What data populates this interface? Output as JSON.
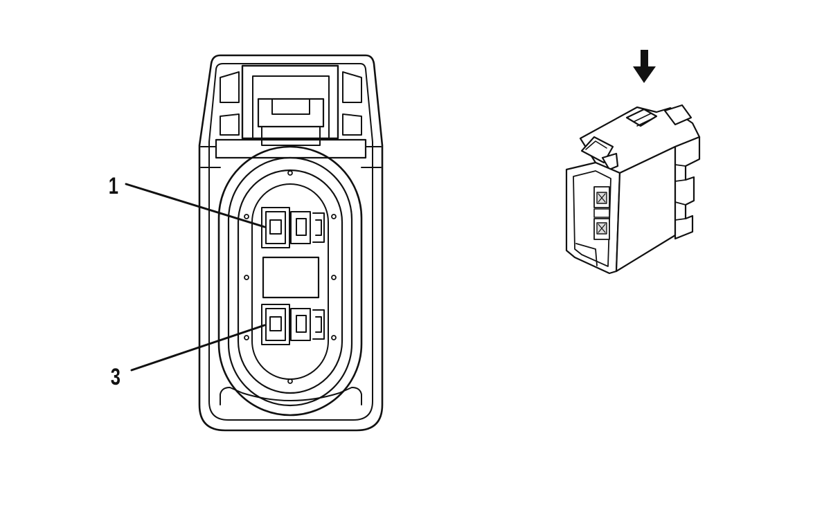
{
  "diagram": {
    "callouts": [
      {
        "id": "pin-1",
        "label": "1"
      },
      {
        "id": "pin-3",
        "label": "3"
      }
    ],
    "colors": {
      "ink": "#111111",
      "body": "#ffffff",
      "shade": "#d9d9d9"
    }
  }
}
